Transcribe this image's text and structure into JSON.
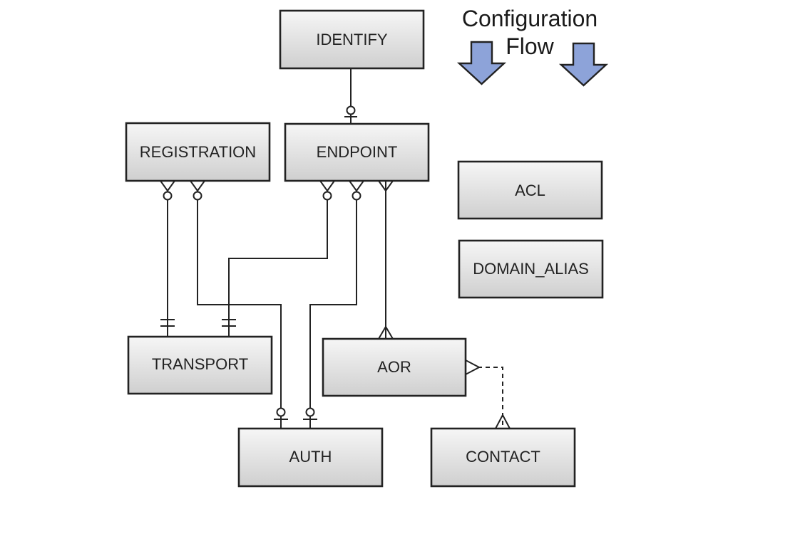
{
  "title": {
    "line1": "Configuration",
    "line2": "Flow"
  },
  "entities": {
    "identify": "IDENTIFY",
    "registration": "REGISTRATION",
    "endpoint": "ENDPOINT",
    "acl": "ACL",
    "domain_alias": "DOMAIN_ALIAS",
    "transport": "TRANSPORT",
    "aor": "AOR",
    "auth": "AUTH",
    "contact": "CONTACT"
  },
  "relationships": [
    {
      "from": "IDENTIFY",
      "to": "ENDPOINT",
      "from_end": "one",
      "to_end": "zero-or-one",
      "style": "solid"
    },
    {
      "from": "REGISTRATION",
      "to": "TRANSPORT",
      "from_end": "zero-or-many",
      "to_end": "one-and-only-one",
      "style": "solid"
    },
    {
      "from": "REGISTRATION",
      "to": "AUTH",
      "from_end": "zero-or-many",
      "to_end": "zero-or-one",
      "style": "solid"
    },
    {
      "from": "ENDPOINT",
      "to": "TRANSPORT",
      "from_end": "zero-or-many",
      "to_end": "one-and-only-one",
      "style": "solid"
    },
    {
      "from": "ENDPOINT",
      "to": "AUTH",
      "from_end": "zero-or-many",
      "to_end": "zero-or-one",
      "style": "solid"
    },
    {
      "from": "ENDPOINT",
      "to": "AOR",
      "from_end": "many",
      "to_end": "many",
      "style": "solid"
    },
    {
      "from": "AOR",
      "to": "CONTACT",
      "from_end": "many",
      "to_end": "many",
      "style": "dashed"
    }
  ],
  "colors": {
    "box_top": "#f6f6f6",
    "box_bottom": "#cfcfcf",
    "border": "#222222",
    "arrow": "#8da3d9"
  },
  "icons": {
    "flow_arrow": "down-arrow-icon"
  }
}
